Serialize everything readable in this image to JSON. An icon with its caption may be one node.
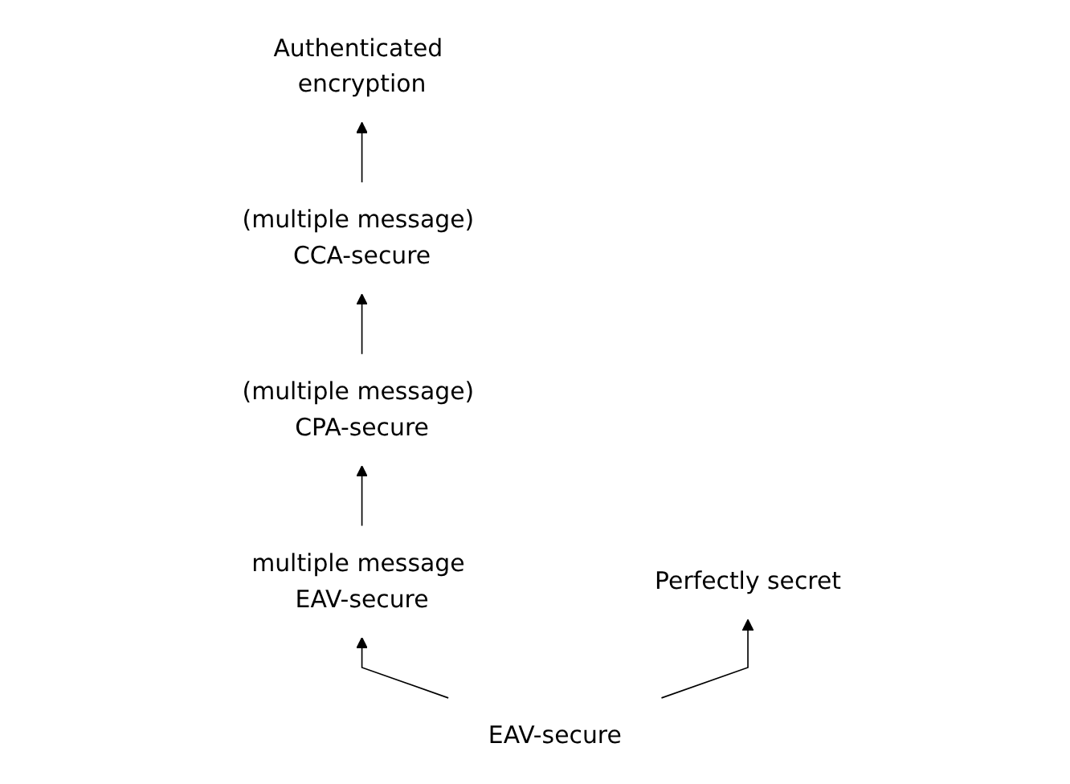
{
  "diagram": {
    "nodes": [
      {
        "text": [
          "Authenticated encryption"
        ]
      },
      {
        "text": [
          "(multiple message)",
          "CCA-secure"
        ]
      },
      {
        "text": [
          "(multiple message)",
          "CPA-secure"
        ]
      },
      {
        "text": [
          "multiple message EAV-secure"
        ]
      },
      {
        "text": [
          "Perfectly secret"
        ]
      },
      {
        "text": [
          "EAV-secure"
        ]
      }
    ],
    "edges": [
      {
        "from": 5,
        "to": 3,
        "arrow": "to"
      },
      {
        "from": 5,
        "to": 4,
        "arrow": "to"
      },
      {
        "from": 3,
        "to": 2,
        "arrow": "to"
      },
      {
        "from": 2,
        "to": 1,
        "arrow": "to"
      },
      {
        "from": 1,
        "to": 0,
        "arrow": "to"
      }
    ]
  }
}
